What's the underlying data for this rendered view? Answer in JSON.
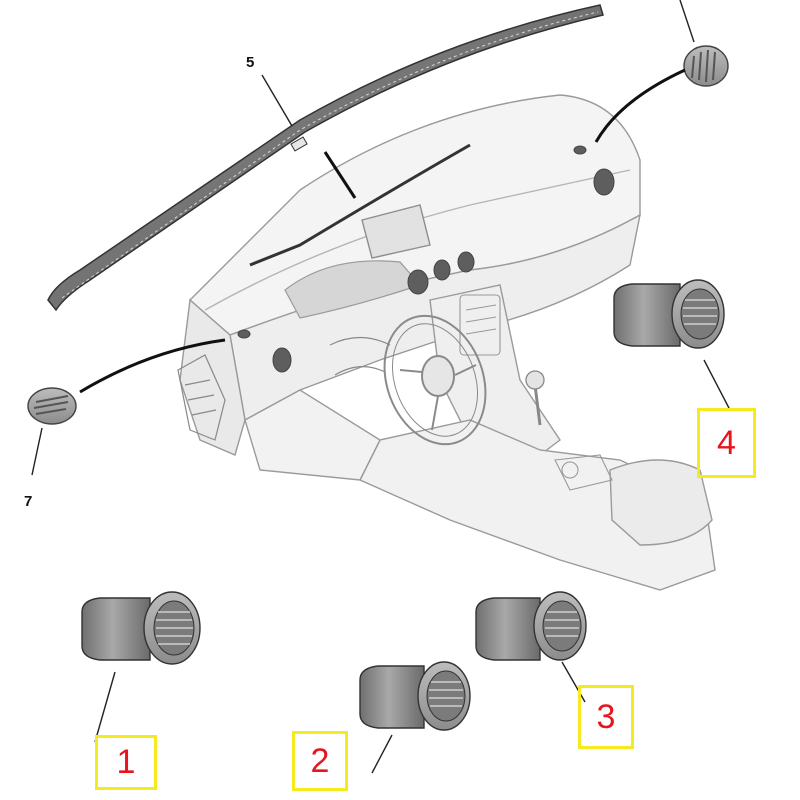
{
  "callouts": {
    "windshield_vent": "5",
    "side_vent": "7"
  },
  "part_labels": [
    "1",
    "2",
    "3",
    "4"
  ],
  "colors": {
    "label_box_border": "#f5ea1c",
    "label_text": "#e8141e",
    "line_art": "#222222",
    "vent_body": "#8a8a8a"
  }
}
